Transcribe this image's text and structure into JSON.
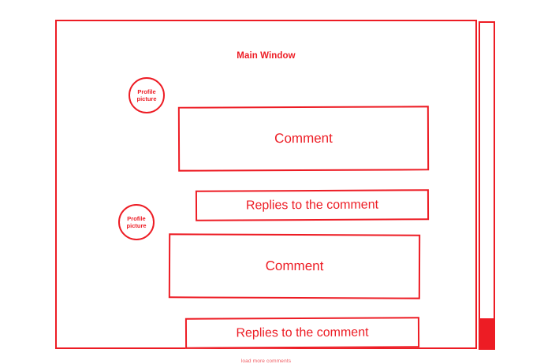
{
  "window": {
    "title": "Main Window"
  },
  "profiles": [
    {
      "line1": "Profile",
      "line2": "picture"
    },
    {
      "line1": "Profile",
      "line2": "picture"
    }
  ],
  "threads": [
    {
      "comment_label": "Comment",
      "replies_label": "Replies to the comment"
    },
    {
      "comment_label": "Comment",
      "replies_label": "Replies to the comment"
    }
  ],
  "footer": {
    "load_more_label": "load more comments"
  },
  "scrollbar": {
    "orientation": "vertical",
    "thumb_position": "bottom"
  },
  "colors": {
    "outline": "#ED1C24",
    "text": "#ED1C24",
    "muted_text": "#F05A60",
    "background": "#FFFFFF"
  }
}
